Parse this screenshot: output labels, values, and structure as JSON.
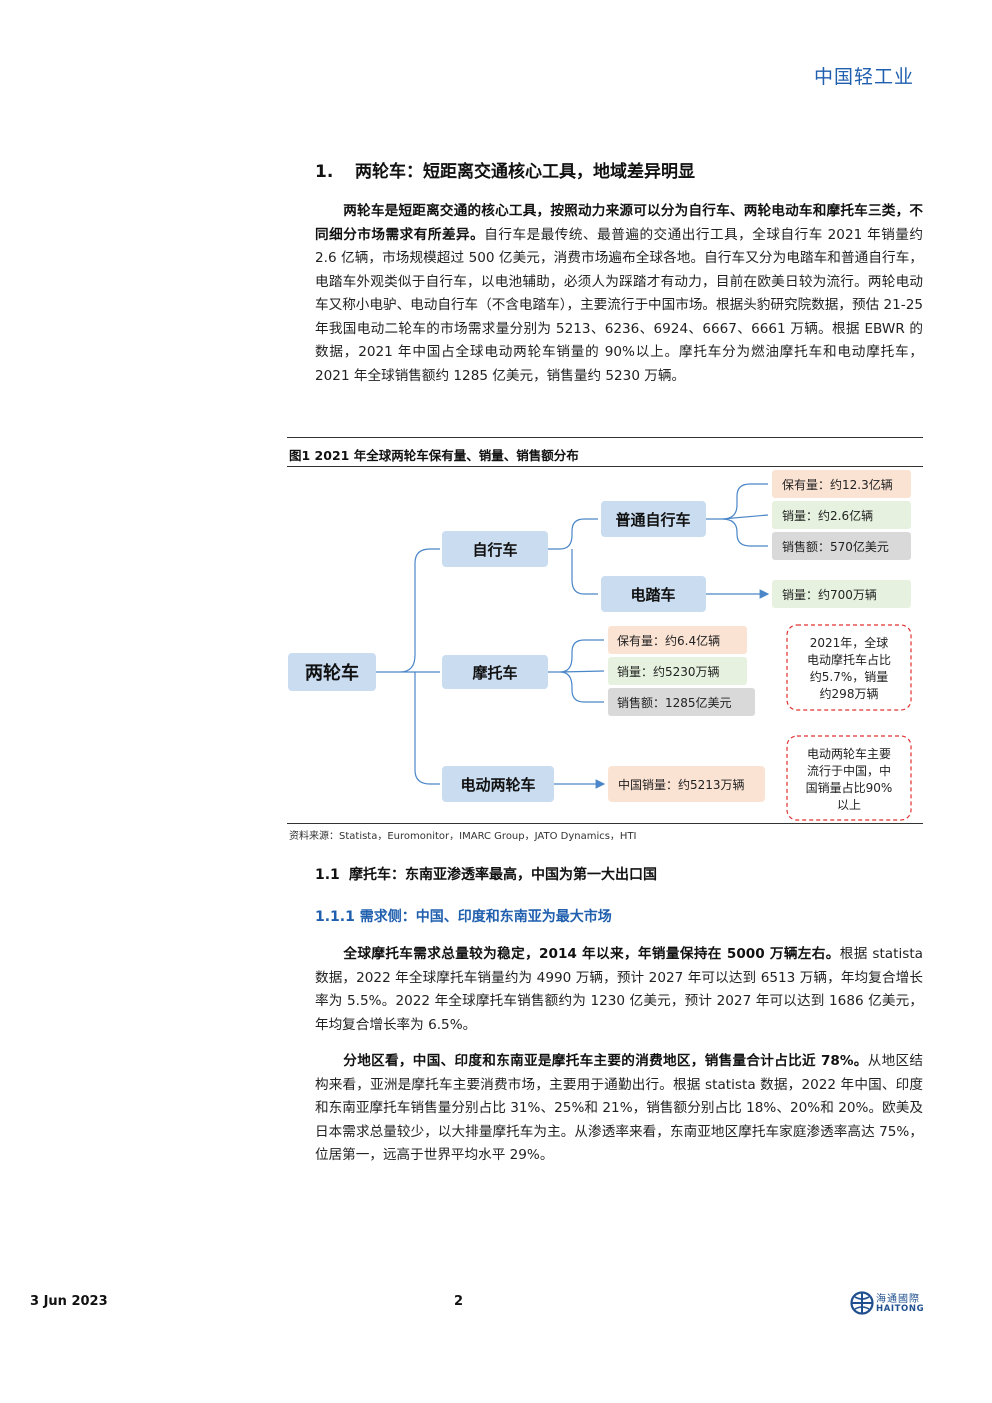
{
  "header": {
    "title": "中国轻工业"
  },
  "section1": {
    "number": "1.",
    "title": "两轮车：短距离交通核心工具，地域差异明显",
    "para_lead": "两轮车是短距离交通的核心工具，按照动力来源可以分为自行车、两轮电动车和摩托车三类，不同细分市场需求有所差异。",
    "para_rest": "自行车是最传统、最普遍的交通出行工具，全球自行车 2021 年销量约 2.6 亿辆，市场规模超过 500 亿美元，消费市场遍布全球各地。自行车又分为电踏车和普通自行车，电踏车外观类似于自行车，以电池辅助，必须人为踩踏才有动力，目前在欧美日较为流行。两轮电动车又称小电驴、电动自行车（不含电踏车），主要流行于中国市场。根据头豹研究院数据，预估 21-25 年我国电动二轮车的市场需求量分别为 5213、6236、6924、6667、6661 万辆。根据 EBWR 的数据，2021 年中国占全球电动两轮车销量的 90%以上。摩托车分为燃油摩托车和电动摩托车，2021 年全球销售额约 1285 亿美元，销售量约 5230 万辆。"
  },
  "figure1": {
    "caption": "图1  2021 年全球两轮车保有量、销量、销售额分布",
    "source": "资料来源：Statista，Euromonitor，IMARC Group，JATO Dynamics，HTI",
    "root": "两轮车",
    "bicycle": "自行车",
    "regular_bicycle": "普通自行车",
    "ebike": "电踏车",
    "motorcycle": "摩托车",
    "electric_two_wheeler": "电动两轮车",
    "regular_stock": "保有量：约12.3亿辆",
    "regular_sales": "销量：约2.6亿辆",
    "regular_revenue": "销售额：570亿美元",
    "ebike_sales": "销量：约700万辆",
    "moto_stock": "保有量：约6.4亿辆",
    "moto_sales": "销量：约5230万辆",
    "moto_revenue": "销售额：1285亿美元",
    "etw_sales": "中国销量：约5213万辆",
    "note_moto": [
      "2021年，全球",
      "电动摩托车占比",
      "约5.7%，销量",
      "约298万辆"
    ],
    "note_etw": [
      "电动两轮车主要",
      "流行于中国，中",
      "国销量占比90%",
      "以上"
    ],
    "colors": {
      "blue_box": "#c9dcf0",
      "orange_box": "#fbe3d4",
      "green_box": "#e6f2df",
      "grey_box": "#d9d9d9",
      "line": "#4a86c8",
      "note_border": "#e03030"
    }
  },
  "section1_1": {
    "number": "1.1",
    "title": "摩托车：东南亚渗透率最高，中国为第一大出口国"
  },
  "section1_1_1": {
    "title": "1.1.1 需求侧：中国、印度和东南亚为最大市场"
  },
  "para2": {
    "lead": "全球摩托车需求总量较为稳定，2014 年以来，年销量保持在 5000 万辆左右。",
    "rest": "根据 statista 数据，2022 年全球摩托车销量约为 4990 万辆，预计 2027 年可以达到 6513 万辆，年均复合增长率为 5.5%。2022 年全球摩托车销售额约为 1230 亿美元，预计 2027 年可以达到 1686 亿美元，年均复合增长率为 6.5%。"
  },
  "para3": {
    "lead": "分地区看，中国、印度和东南亚是摩托车主要的消费地区，销售量合计占比近 78%。",
    "rest": "从地区结构来看，亚洲是摩托车主要消费市场，主要用于通勤出行。根据 statista 数据，2022 年中国、印度和东南亚摩托车销售量分别占比 31%、25%和 21%，销售额分别占比 18%、20%和 20%。欧美及日本需求总量较少，以大排量摩托车为主。从渗透率来看，东南亚地区摩托车家庭渗透率高达 75%，位居第一，远高于世界平均水平 29%。"
  },
  "footer": {
    "date": "3 Jun 2023",
    "page": "2",
    "logo_zh": "海通國際",
    "logo_en": "HAITONG"
  }
}
